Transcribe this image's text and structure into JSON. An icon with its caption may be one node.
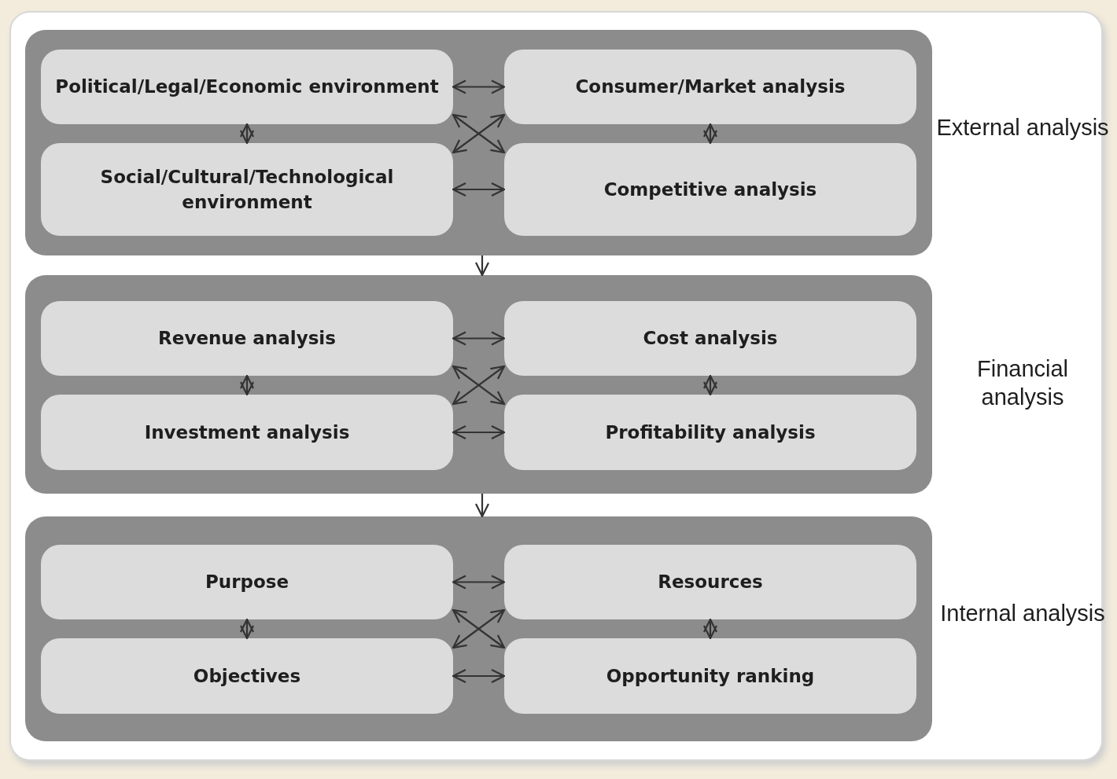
{
  "diagram": {
    "nodes": [
      {
        "text": [
          "External analysis"
        ]
      },
      {
        "text": [
          "Political/Legal/Economic environment"
        ],
        "in": 0
      },
      {
        "text": [
          "Consumer/Market analysis"
        ],
        "in": 0
      },
      {
        "text": [
          "Social/Cultural/Technological environment"
        ],
        "in": 0
      },
      {
        "text": [
          "Competitive analysis"
        ],
        "in": 0
      },
      {
        "text": [
          "Financial analysis"
        ]
      },
      {
        "text": [
          "Revenue analysis"
        ],
        "in": 5
      },
      {
        "text": [
          "Cost analysis"
        ],
        "in": 5
      },
      {
        "text": [
          "Investment analysis"
        ],
        "in": 5
      },
      {
        "text": [
          "Profitability analysis"
        ],
        "in": 5
      },
      {
        "text": [
          "Internal analysis"
        ]
      },
      {
        "text": [
          "Purpose"
        ],
        "in": 10
      },
      {
        "text": [
          "Resources"
        ],
        "in": 10
      },
      {
        "text": [
          "Objectives"
        ],
        "in": 10
      },
      {
        "text": [
          "Opportunity ranking"
        ],
        "in": 10
      }
    ],
    "edges": [
      {
        "from": 1,
        "to": 2,
        "arrow": "both"
      },
      {
        "from": 1,
        "to": 3,
        "arrow": "both"
      },
      {
        "from": 2,
        "to": 4,
        "arrow": "both"
      },
      {
        "from": 1,
        "to": 4,
        "arrow": "both"
      },
      {
        "from": 3,
        "to": 2,
        "arrow": "both"
      },
      {
        "from": 3,
        "to": 4,
        "arrow": "both"
      },
      {
        "from": 0,
        "to": 5,
        "arrow": "to"
      },
      {
        "from": 6,
        "to": 7,
        "arrow": "both"
      },
      {
        "from": 6,
        "to": 8,
        "arrow": "both"
      },
      {
        "from": 7,
        "to": 9,
        "arrow": "both"
      },
      {
        "from": 6,
        "to": 9,
        "arrow": "both"
      },
      {
        "from": 8,
        "to": 7,
        "arrow": "both"
      },
      {
        "from": 8,
        "to": 9,
        "arrow": "both"
      },
      {
        "from": 5,
        "to": 10,
        "arrow": "to"
      },
      {
        "from": 11,
        "to": 12,
        "arrow": "both"
      },
      {
        "from": 11,
        "to": 13,
        "arrow": "both"
      },
      {
        "from": 12,
        "to": 14,
        "arrow": "both"
      },
      {
        "from": 11,
        "to": 14,
        "arrow": "both"
      },
      {
        "from": 13,
        "to": 12,
        "arrow": "both"
      },
      {
        "from": 13,
        "to": 14,
        "arrow": "both"
      }
    ]
  }
}
